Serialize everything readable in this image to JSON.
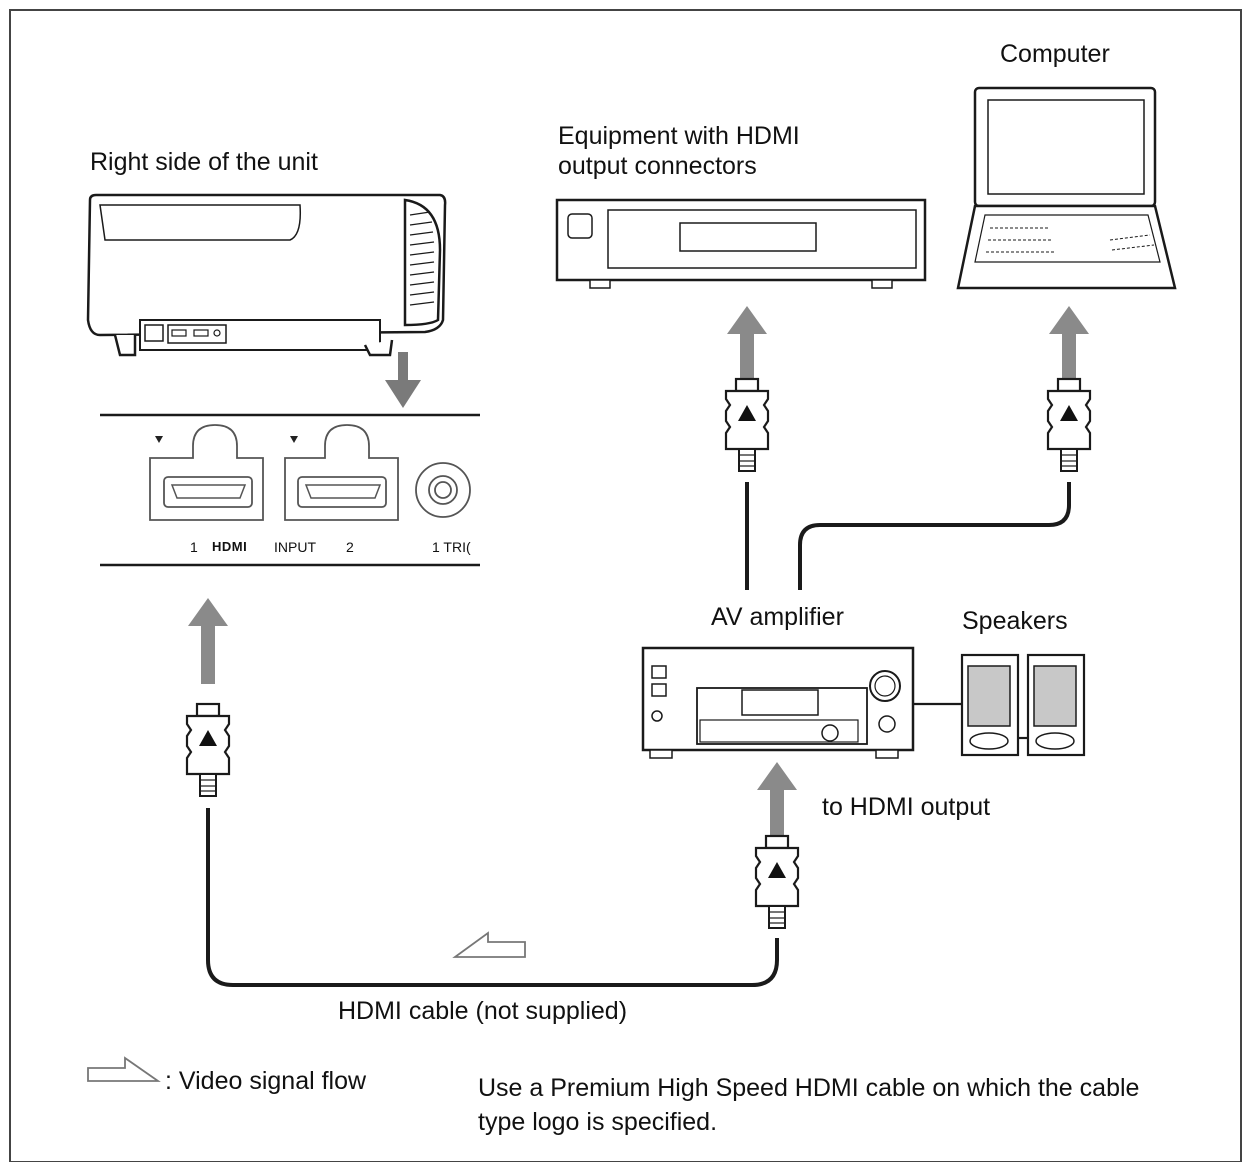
{
  "labels": {
    "projector": "Right side of the unit",
    "equipment_line1": "Equipment with HDMI",
    "equipment_line2": "output connectors",
    "computer": "Computer",
    "av_amplifier": "AV amplifier",
    "speakers": "Speakers",
    "to_hdmi_output": "to HDMI output",
    "hdmi_cable": "HDMI cable (not supplied)",
    "legend": ": Video signal flow",
    "note_line1": "Use a Premium High Speed HDMI cable on which the cable",
    "note_line2": "type logo is specified."
  },
  "port_panel": {
    "port1_number": "1",
    "hdmi_logo": "HDMI",
    "input_label": "INPUT",
    "port2_number": "2",
    "trigger_partial": "1 TRI("
  },
  "colors": {
    "line": "#1a1a1a",
    "signal_arrow": "#8a8a8a",
    "panel_border": "#555555"
  }
}
